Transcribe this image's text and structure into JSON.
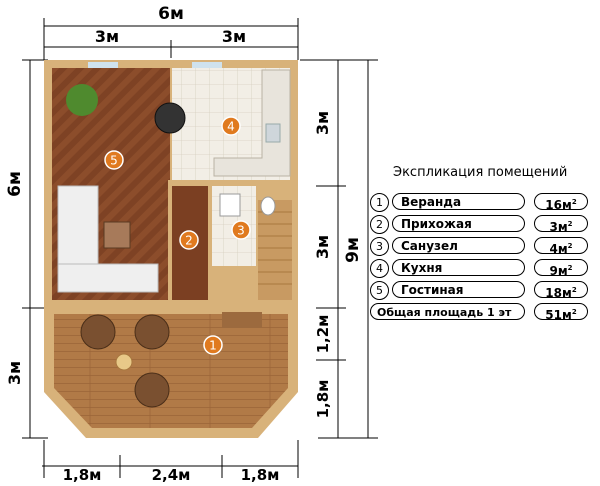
{
  "dimensions": {
    "top_total": "6м",
    "top_left": "3м",
    "top_right": "3м",
    "left_upper": "6м",
    "left_lower": "3м",
    "right_upper": "3м",
    "right_middle": "3м",
    "right_total": "9м",
    "right_lower_a": "1,2м",
    "right_lower_b": "1,8м",
    "bottom_left": "1,8м",
    "bottom_mid": "2,4м",
    "bottom_right": "1,8м"
  },
  "markers": [
    "1",
    "2",
    "3",
    "4",
    "5"
  ],
  "legend": {
    "title": "Экспликация помещений",
    "rooms": [
      {
        "num": "1",
        "name": "Веранда",
        "area": "16м",
        "unit_sup": "2"
      },
      {
        "num": "2",
        "name": "Прихожая",
        "area": "3м",
        "unit_sup": "2"
      },
      {
        "num": "3",
        "name": "Санузел",
        "area": "4м",
        "unit_sup": "2"
      },
      {
        "num": "4",
        "name": "Кухня",
        "area": "9м",
        "unit_sup": "2"
      },
      {
        "num": "5",
        "name": "Гостиная",
        "area": "18м",
        "unit_sup": "2"
      }
    ],
    "total": {
      "name": "Общая площадь 1 эт",
      "area": "51м",
      "unit_sup": "2"
    }
  },
  "colors": {
    "wood_floor": "#8a4a28",
    "veranda_floor": "#b07a45",
    "tile": "#f1ede4",
    "wall": "#d8b27a",
    "marker": "#e07a1f"
  }
}
